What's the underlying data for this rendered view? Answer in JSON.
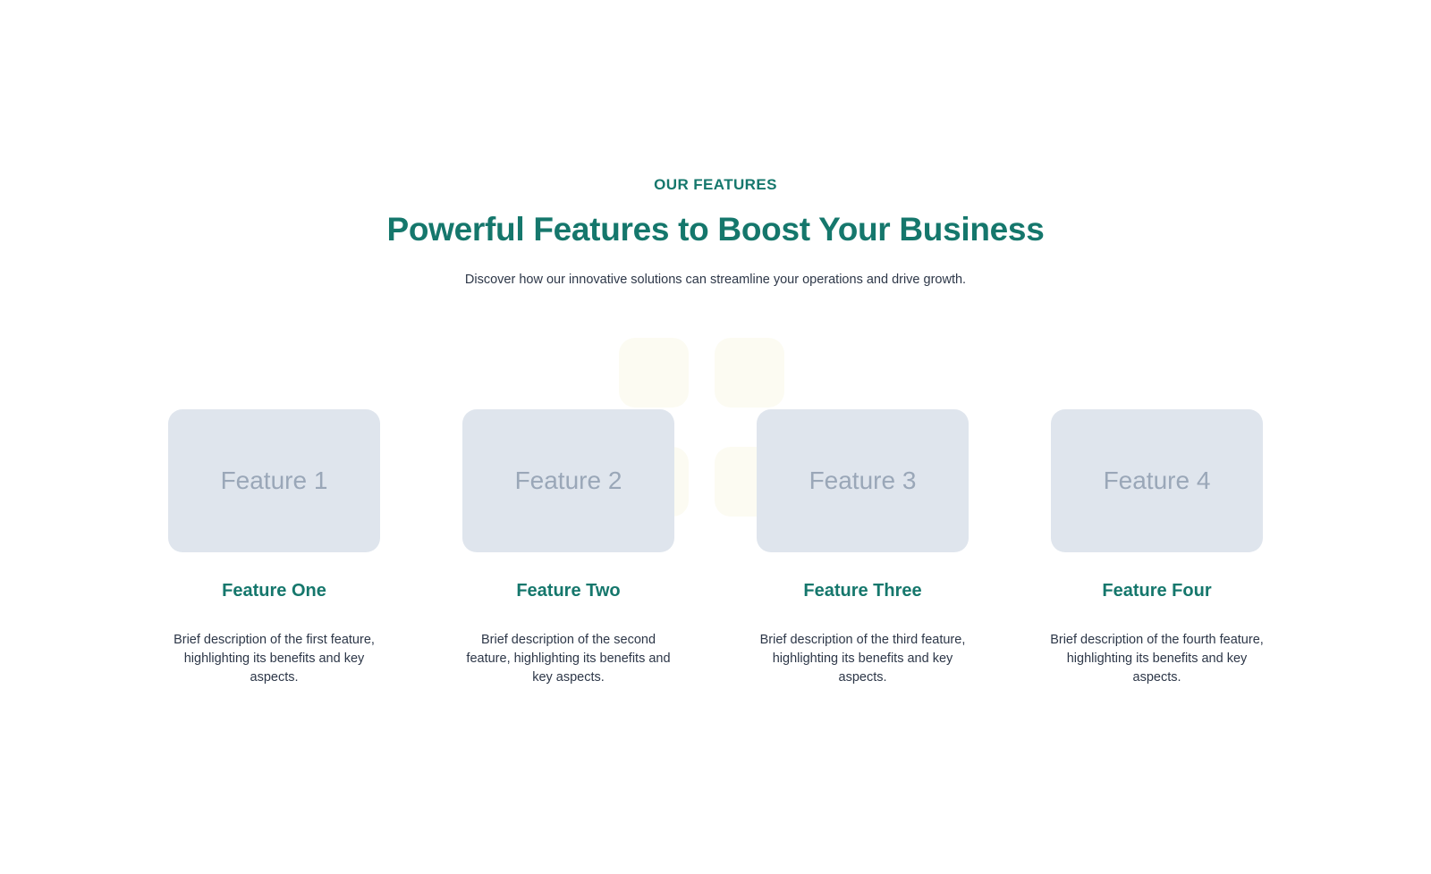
{
  "section": {
    "eyebrow": "OUR FEATURES",
    "headline": "Powerful Features to Boost Your Business",
    "subhead": "Discover how our innovative solutions can streamline your operations and drive growth."
  },
  "theme": {
    "accent_teal": "#15776c",
    "body_text": "#2d3748",
    "card_placeholder_bg": "#dfe5ed",
    "card_placeholder_text": "#9aa7b8",
    "decor_tile": "#fcfbf2",
    "page_bg": "#ffffff"
  },
  "decor": {
    "tiles": [
      "decor-tile-top-left",
      "decor-tile-top-right",
      "decor-tile-bottom-left",
      "decor-tile-bottom-right"
    ]
  },
  "features": [
    {
      "media_label": "Feature 1",
      "title": "Feature One",
      "description": "Brief description of the first feature, highlighting its benefits and key aspects."
    },
    {
      "media_label": "Feature 2",
      "title": "Feature Two",
      "description": "Brief description of the second feature, highlighting its benefits and key aspects."
    },
    {
      "media_label": "Feature 3",
      "title": "Feature Three",
      "description": "Brief description of the third feature, highlighting its benefits and key aspects."
    },
    {
      "media_label": "Feature 4",
      "title": "Feature Four",
      "description": "Brief description of the fourth feature, highlighting its benefits and key aspects."
    }
  ]
}
